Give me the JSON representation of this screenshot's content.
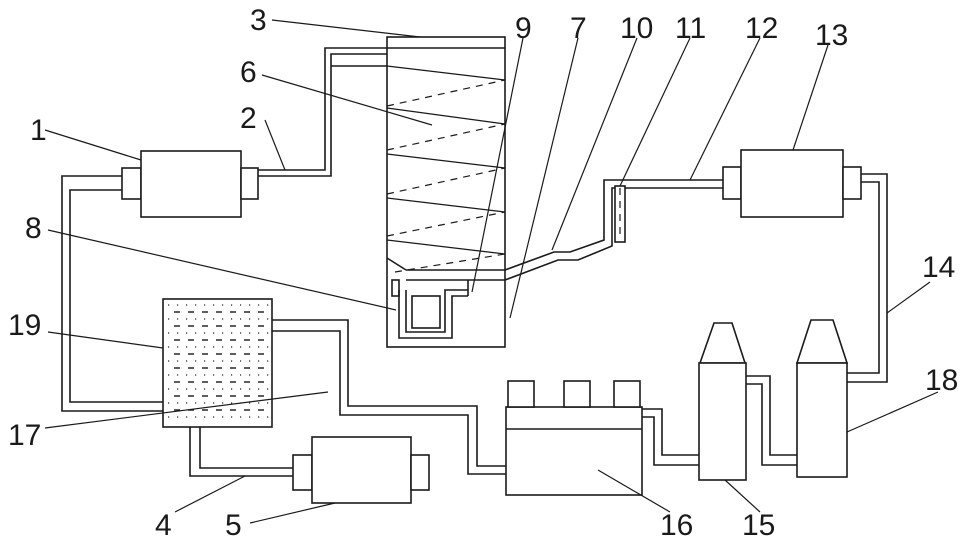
{
  "diagram": {
    "labels": {
      "l1": "1",
      "l2": "2",
      "l3": "3",
      "l4": "4",
      "l5": "5",
      "l6": "6",
      "l7": "7",
      "l8": "8",
      "l9": "9",
      "l10": "10",
      "l11": "11",
      "l12": "12",
      "l13": "13",
      "l14": "14",
      "l15": "15",
      "l16": "16",
      "l17": "17",
      "l18": "18",
      "l19": "19"
    },
    "colors": {
      "line": "#1a1a1a",
      "background": "#ffffff"
    }
  }
}
